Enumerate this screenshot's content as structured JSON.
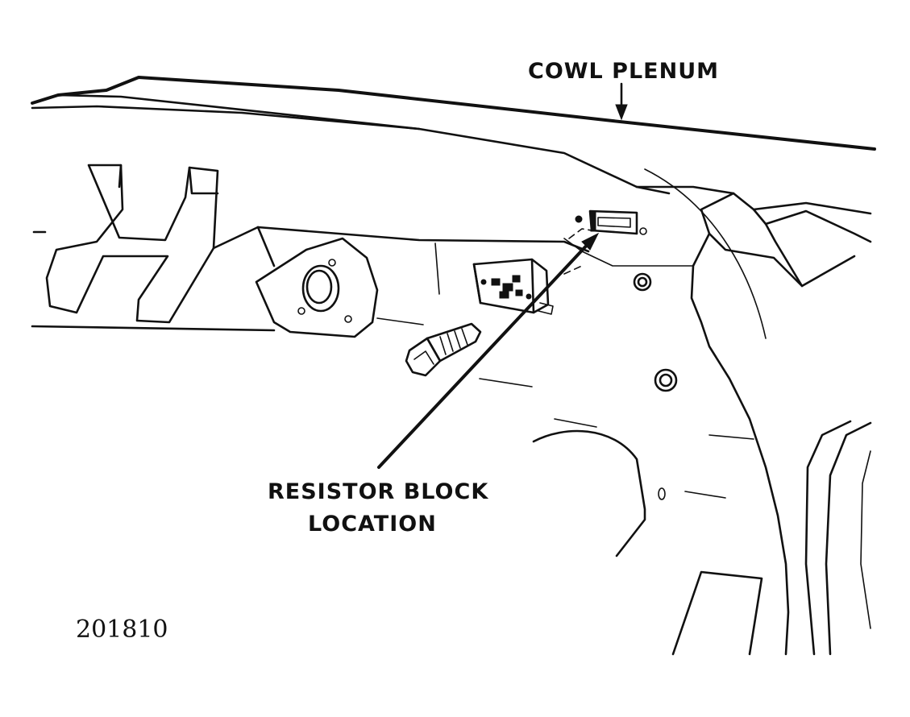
{
  "labels": {
    "cowl_plenum": "COWL PLENUM",
    "resistor_block_line1": "RESISTOR BLOCK",
    "resistor_block_line2": "LOCATION"
  },
  "figure_number": "201810",
  "colors": {
    "ink": "#111111",
    "paper": "#ffffff"
  }
}
